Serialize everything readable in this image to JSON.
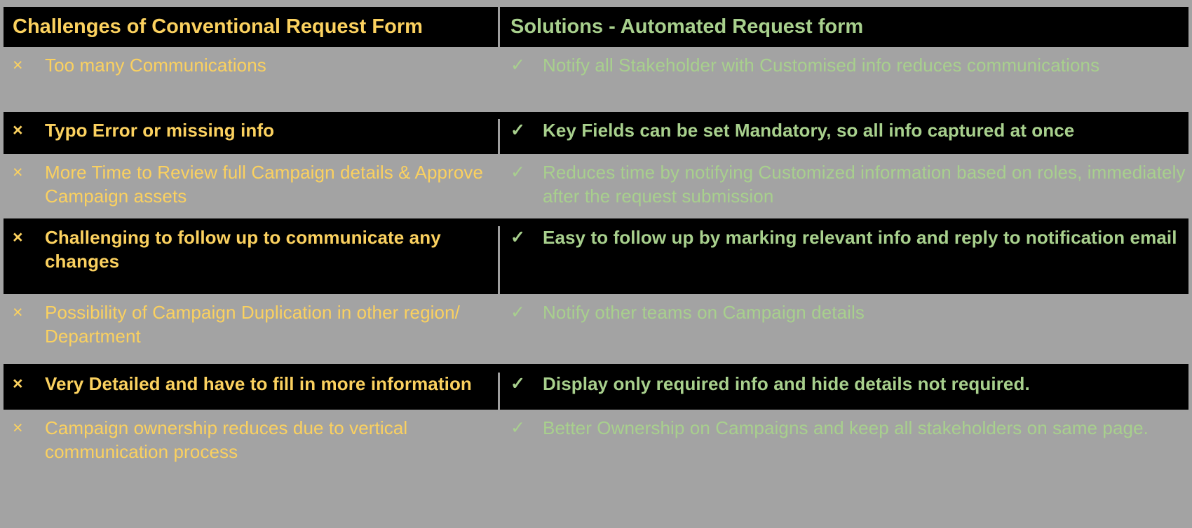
{
  "header": {
    "left_title": "Challenges of Conventional Request Form",
    "right_title": "Solutions -  Automated Request form",
    "left_color": "#fbd15f",
    "right_color": "#a8d08d"
  },
  "icons": {
    "cross": "×",
    "check": "✓",
    "cross_name": "cross-mark-icon",
    "check_name": "check-mark-icon"
  },
  "colors": {
    "background": "#a3a3a3",
    "row_dark": "#000000",
    "challenge_text": "#fbd15f",
    "solution_text": "#a8d08d",
    "divider": "#9e9e9e"
  },
  "rows": [
    {
      "challenge": "Too many Communications",
      "solution": "Notify all Stakeholder with Customised info reduces communications",
      "emphasis": "light"
    },
    {
      "challenge": "Typo Error or missing info",
      "solution": "Key Fields can be set Mandatory, so all info captured at once",
      "emphasis": "dark"
    },
    {
      "challenge": "More Time to Review full Campaign details & Approve Campaign assets",
      "solution": "Reduces time by notifying Customized information based on roles, immediately after the request submission",
      "emphasis": "light"
    },
    {
      "challenge": "Challenging to follow up to communicate any changes",
      "solution": "Easy to follow up by marking relevant info and reply to notification email",
      "emphasis": "dark"
    },
    {
      "challenge": "Possibility of Campaign Duplication in other region/ Department",
      "solution": "Notify other teams on Campaign details",
      "emphasis": "light"
    },
    {
      "challenge": "Very Detailed and have to fill in more information",
      "solution": "Display only required info and hide details not required.",
      "emphasis": "dark"
    },
    {
      "challenge": "Campaign ownership reduces due to vertical communication process",
      "solution": "Better Ownership on Campaigns and keep all stakeholders on same page.",
      "emphasis": "light"
    }
  ]
}
